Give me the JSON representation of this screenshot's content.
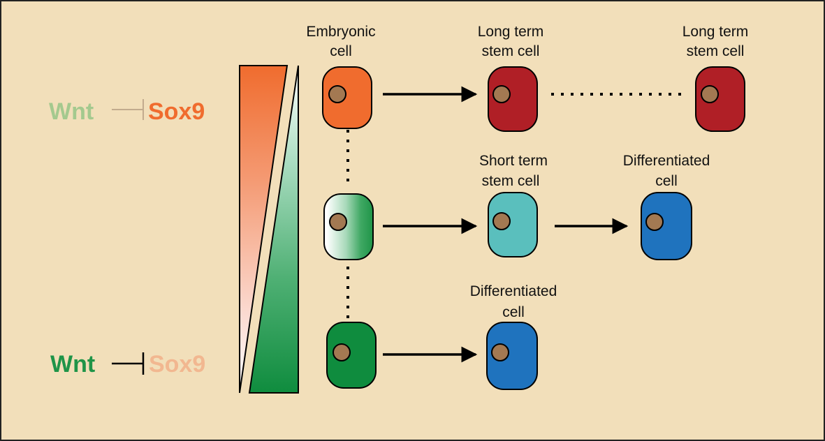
{
  "colors": {
    "background": "#f2dfba",
    "sox9": "#f06c2e",
    "sox9_faded": "#f2b790",
    "wnt": "#1f9448",
    "wnt_faded": "#a4c98e",
    "long_term_stem": "#b01f26",
    "short_term_stem": "#5abfbd",
    "differentiated": "#1f73be",
    "nucleus": "#a37952"
  },
  "top_row": {
    "wnt": "Wnt",
    "sox9": "Sox9"
  },
  "bottom_row": {
    "wnt": "Wnt",
    "sox9": "Sox9"
  },
  "labels": {
    "embryonic_line1": "Embryonic",
    "embryonic_line2": "cell",
    "long_term_1_line1": "Long term",
    "long_term_1_line2": "stem cell",
    "long_term_2_line1": "Long term",
    "long_term_2_line2": "stem cell",
    "short_term_line1": "Short term",
    "short_term_line2": "stem cell",
    "differentiated_mid_line1": "Differentiated",
    "differentiated_mid_line2": "cell",
    "differentiated_bottom_line1": "Differentiated",
    "differentiated_bottom_line2": "cell"
  }
}
